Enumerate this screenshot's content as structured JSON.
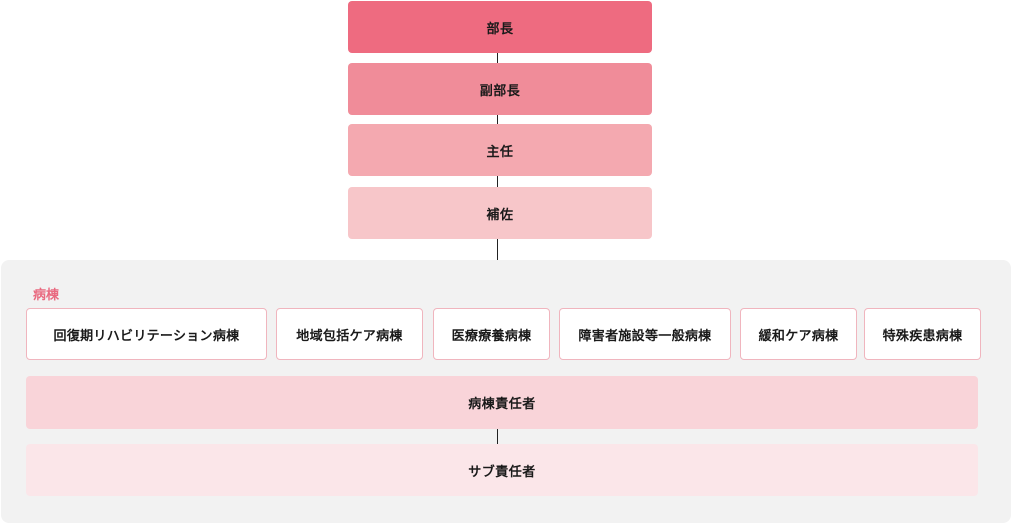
{
  "hierarchy": {
    "director": "部長",
    "deputy_director": "副部長",
    "chief": "主任",
    "assistant": "補佐"
  },
  "wards": {
    "label": "病棟",
    "items": [
      "回復期リハビリテーション病棟",
      "地域包括ケア病棟",
      "医療療養病棟",
      "障害者施設等一般病棟",
      "緩和ケア病棟",
      "特殊疾患病棟"
    ],
    "ward_manager": "病棟責任者",
    "sub_manager": "サブ責任者"
  },
  "colors": {
    "level1": "#ee6b80",
    "level2": "#f08c99",
    "level3": "#f4a9b0",
    "level4": "#f7c6c9",
    "ward_manager": "#f9d4d9",
    "sub_manager": "#fbe6e9",
    "panel": "#f2f2f2",
    "accent": "#e96a80"
  }
}
